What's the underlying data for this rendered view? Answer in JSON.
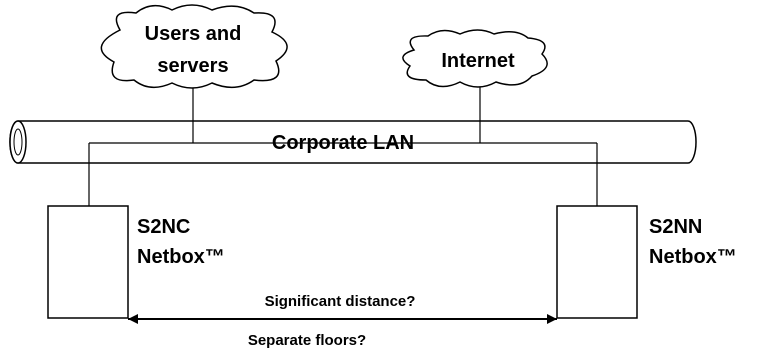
{
  "clouds": {
    "users": {
      "line1": "Users and",
      "line2": "servers"
    },
    "internet": {
      "label": "Internet"
    }
  },
  "lan": {
    "label": "Corporate LAN"
  },
  "devices": {
    "left": {
      "line1": "S2NC",
      "line2": "Netbox™"
    },
    "right": {
      "line1": "S2NN",
      "line2": "Netbox™"
    }
  },
  "arrow": {
    "top_label": "Significant distance?",
    "bottom_label": "Separate floors?"
  }
}
